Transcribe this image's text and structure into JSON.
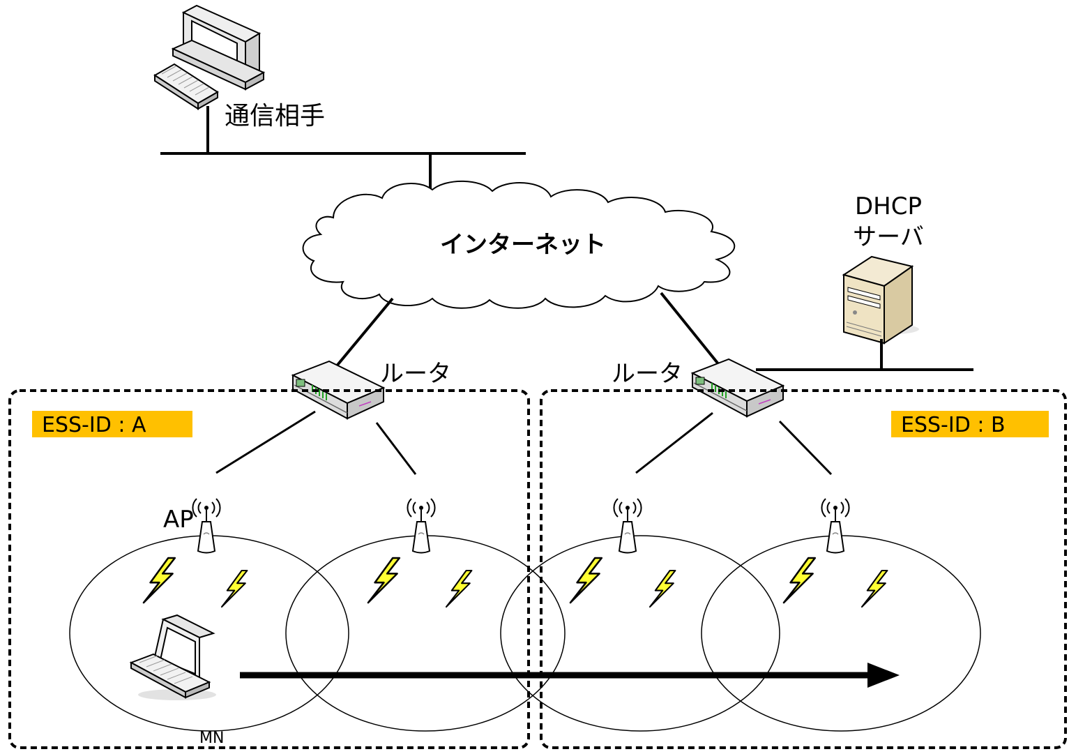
{
  "labels": {
    "partner": "通信相手",
    "internet": "インターネット",
    "dhcp_line1": "DHCP",
    "dhcp_line2": "サーバ",
    "router_left": "ルータ",
    "router_right": "ルータ",
    "ess_a": "ESS-ID : A",
    "ess_b": "ESS-ID : B",
    "ap": "AP",
    "mn": "MN"
  },
  "colors": {
    "ess_badge": "#ffc000",
    "lightning": "#ffff33",
    "line": "#000000"
  },
  "icons": {
    "partner": "desktop-computer-icon",
    "server": "tower-server-icon",
    "router": "router-icon",
    "ap": "access-point-icon",
    "laptop": "laptop-icon",
    "cloud": "cloud-icon",
    "signal": "lightning-icon"
  }
}
